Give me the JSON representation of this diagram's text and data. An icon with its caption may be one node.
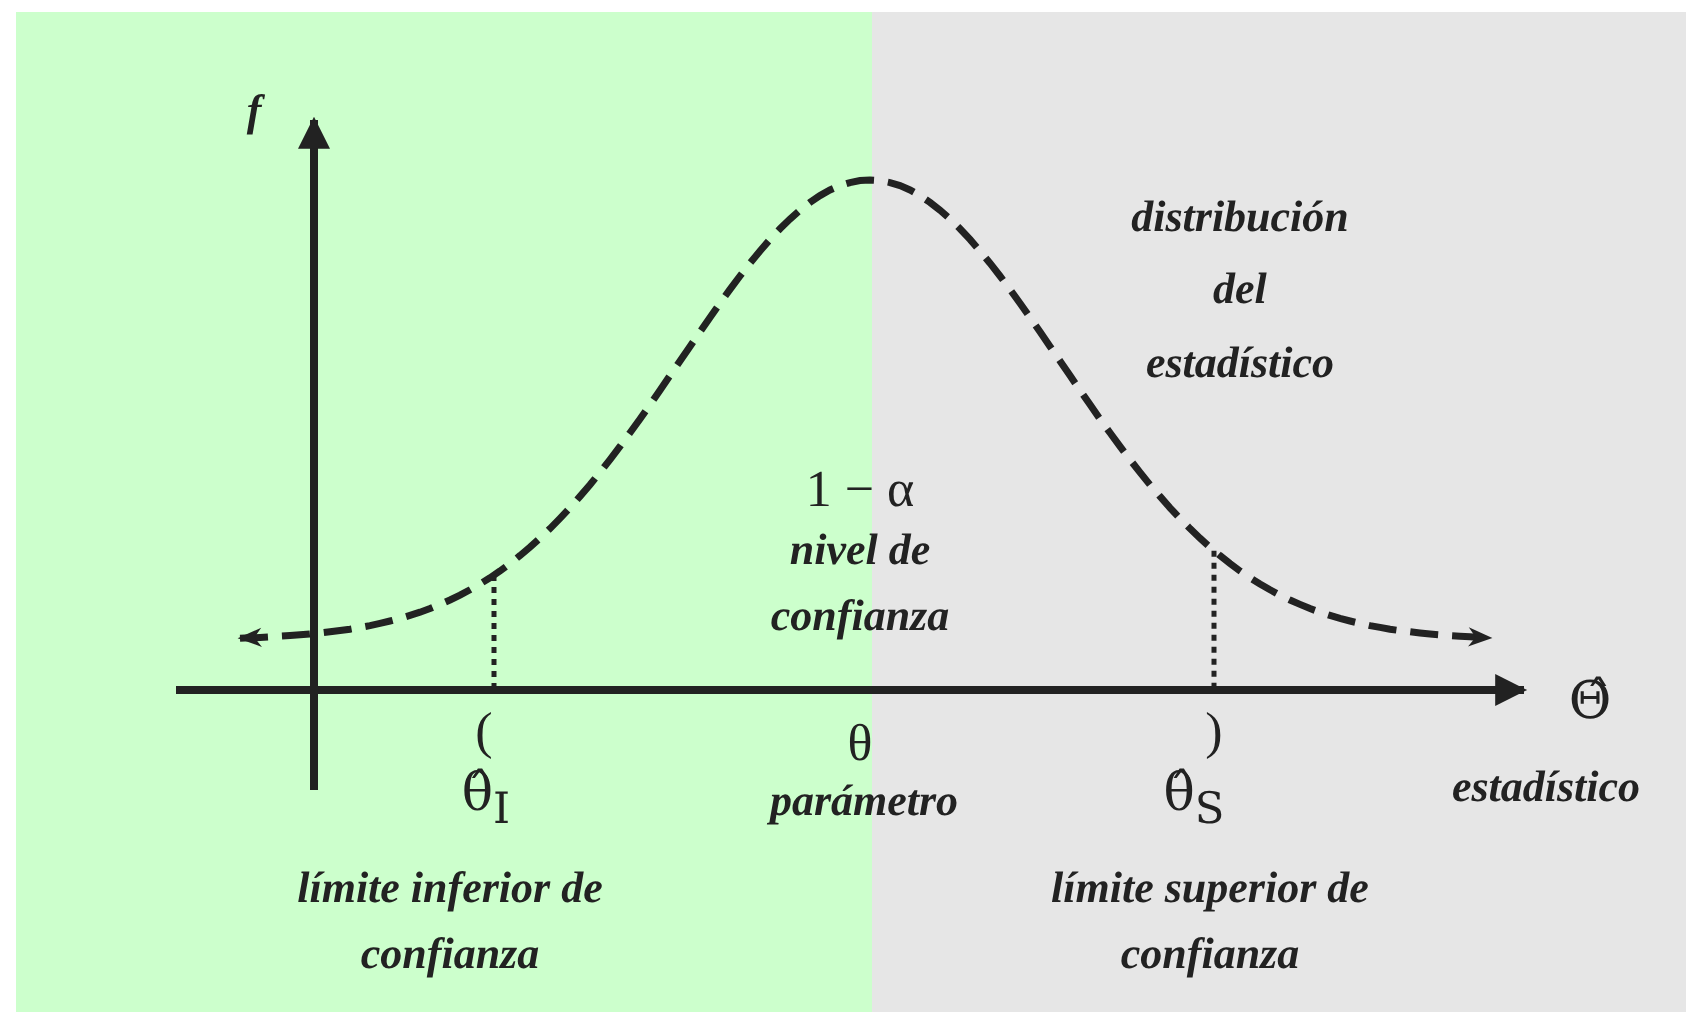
{
  "diagram": {
    "labels": [
      "f",
      "distribución del estadístico",
      "1 − α",
      "nivel de confianza",
      "(",
      ")",
      "θ̂$_{I}$",
      "θ",
      "parámetro",
      "θ̂$_{S}$",
      "Θ̂",
      "estadístico",
      "límite inferior de confianza",
      "límite superior de confianza"
    ]
  }
}
